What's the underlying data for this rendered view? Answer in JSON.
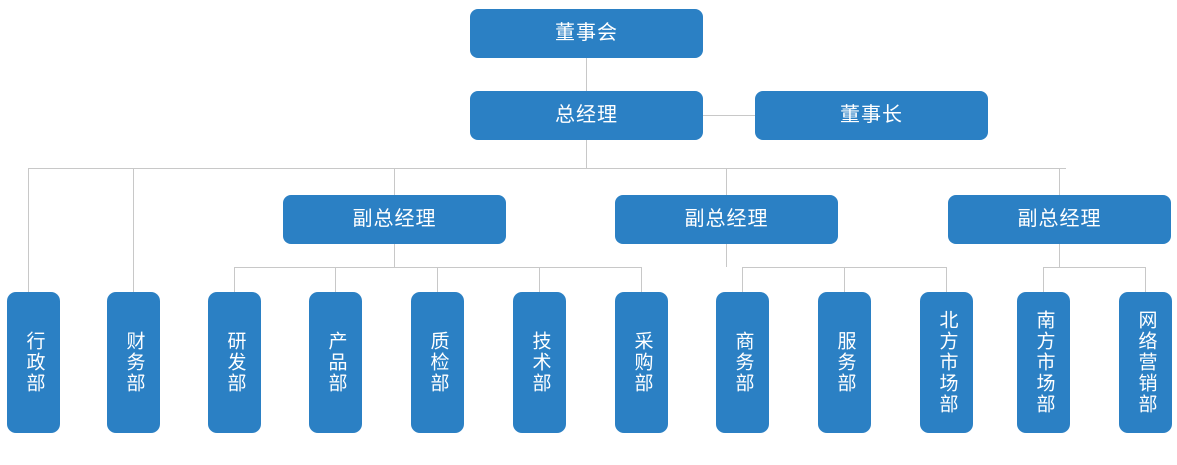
{
  "chart": {
    "type": "org-chart",
    "title": "",
    "theme": {
      "node_fill": "#2b80c4",
      "node_text": "#ffffff",
      "connector": "#c8c8c8",
      "background": "#ffffff"
    },
    "nodes": {
      "board": {
        "label": "董事会",
        "level": 0
      },
      "general_manager": {
        "label": "总经理",
        "level": 1
      },
      "chairman": {
        "label": "董事长",
        "level": 1
      },
      "vp1": {
        "label": "副总经理",
        "level": 2
      },
      "vp2": {
        "label": "副总经理",
        "level": 2
      },
      "vp3": {
        "label": "副总经理",
        "level": 2
      }
    },
    "departments": [
      {
        "id": "admin",
        "label": "行政部",
        "parent": "general_manager"
      },
      {
        "id": "finance",
        "label": "财务部",
        "parent": "general_manager"
      },
      {
        "id": "rnd",
        "label": "研发部",
        "parent": "vp1"
      },
      {
        "id": "product",
        "label": "产品部",
        "parent": "vp1"
      },
      {
        "id": "quality",
        "label": "质检部",
        "parent": "vp1"
      },
      {
        "id": "technology",
        "label": "技术部",
        "parent": "vp1"
      },
      {
        "id": "procurement",
        "label": "采购部",
        "parent": "vp1"
      },
      {
        "id": "business",
        "label": "商务部",
        "parent": "vp2"
      },
      {
        "id": "service",
        "label": "服务部",
        "parent": "vp2"
      },
      {
        "id": "north_market",
        "label": "北方市场部",
        "parent": "vp2"
      },
      {
        "id": "south_market",
        "label": "南方市场部",
        "parent": "vp3"
      },
      {
        "id": "online_marketing",
        "label": "网络营销部",
        "parent": "vp3"
      }
    ]
  }
}
